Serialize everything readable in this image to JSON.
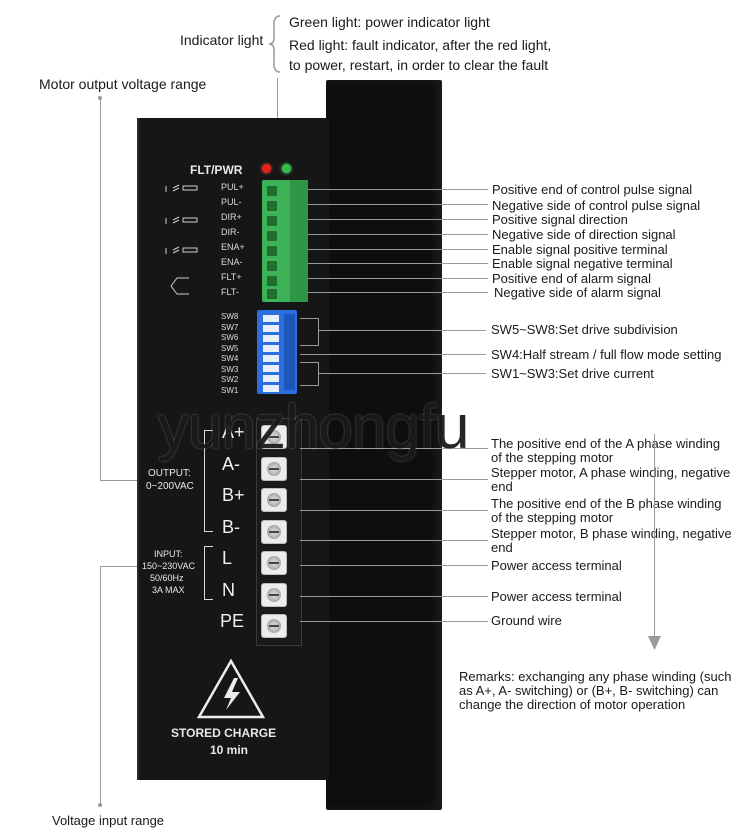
{
  "top": {
    "indicator_label": "Indicator light",
    "green_desc": "Green light: power indicator light",
    "red_desc_1": "Red light: fault indicator, after the red light,",
    "red_desc_2": "to power, restart, in order to clear the fault"
  },
  "left": {
    "motor_output_label": "Motor output voltage range",
    "voltage_input_label": "Voltage input range"
  },
  "panel": {
    "flt_pwr": "FLT/PWR",
    "signals": [
      "PUL+",
      "PUL-",
      "DIR+",
      "DIR-",
      "ENA+",
      "ENA-",
      "FLT+",
      "FLT-"
    ],
    "switches": [
      "SW8",
      "SW7",
      "SW6",
      "SW5",
      "SW4",
      "SW3",
      "SW2",
      "SW1"
    ],
    "output_title": "OUTPUT:",
    "output_range": "0~200VAC",
    "terminals": [
      "A+",
      "A-",
      "B+",
      "B-",
      "L",
      "N",
      "PE"
    ],
    "input_title": "INPUT:",
    "input_voltage": "150~230VAC",
    "input_freq": "50/60Hz",
    "input_current": "3A MAX",
    "warning_line1": "STORED CHARGE",
    "warning_line2": "10 min"
  },
  "signal_notes": [
    "Positive end of control pulse signal",
    "Negative side of control pulse signal",
    "Positive signal direction",
    "Negative side of direction signal",
    "Enable signal positive terminal",
    "Enable signal negative terminal",
    "Positive end of alarm signal",
    "Negative side of alarm signal"
  ],
  "switch_notes": {
    "sw5_8": "SW5~SW8:Set drive subdivision",
    "sw4": "SW4:Half stream / full flow mode setting",
    "sw1_3": "SW1~SW3:Set drive current"
  },
  "terminal_notes": {
    "a_plus": "The positive end of the A phase winding of the stepping motor",
    "a_minus": "Stepper motor, A phase winding, negative end",
    "b_plus": "The positive end of the B phase winding of the stepping motor",
    "b_minus": "Stepper motor, B phase winding, negative end",
    "l": "Power access terminal",
    "n": "Power access terminal",
    "pe": "Ground wire"
  },
  "remarks": "Remarks: exchanging any phase winding (such as A+, A- switching) or (B+, B- switching) can change the direction of motor operation",
  "watermark": "yunzhongfu",
  "colors": {
    "panel": "#151515",
    "terminal_green": "#3cb257",
    "dip_blue": "#2a6ee0",
    "led_red": "#e2231a",
    "led_green": "#2fbf4a"
  }
}
